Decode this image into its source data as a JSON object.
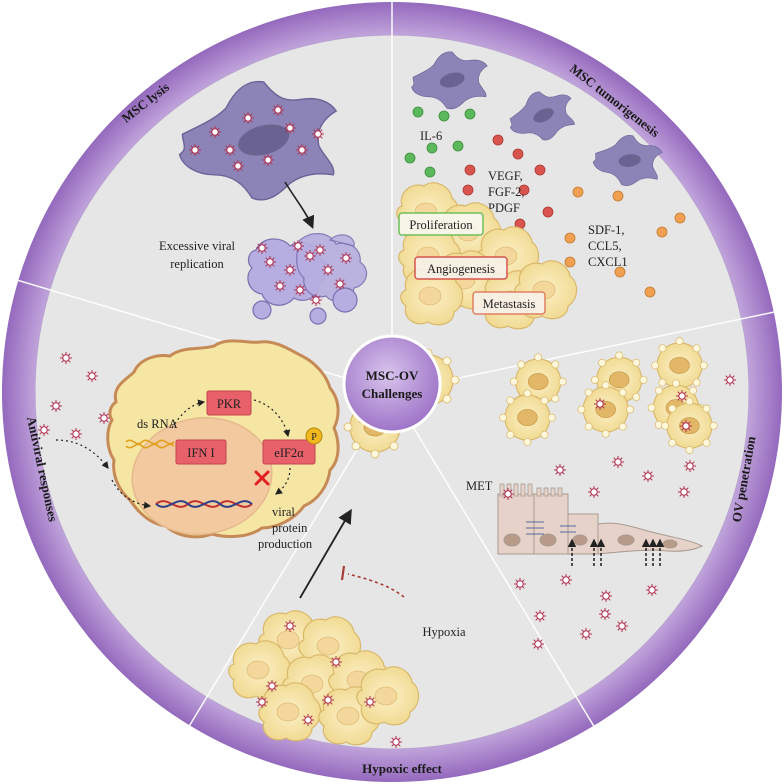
{
  "center": {
    "line1": "MSC-OV",
    "line2": "Challenges"
  },
  "sectors": {
    "lysis": "MSC lysis",
    "tumorigenesis": "MSC tumorigenesis",
    "penetration": "OV penetration",
    "hypoxic": "Hypoxic effect",
    "antiviral": "Antiviral responses"
  },
  "lysis": {
    "caption1": "Excessive viral",
    "caption2": "replication"
  },
  "tumorigenesis": {
    "il6": "IL-6",
    "vegf1": "VEGF,",
    "vegf2": "FGF-2,",
    "vegf3": "PDGF",
    "sdf1": "SDF-1,",
    "sdf2": "CCL5,",
    "sdf3": "CXCL1",
    "proliferation": "Proliferation",
    "angiogenesis": "Angiogenesis",
    "metastasis": "Metastasis"
  },
  "penetration": {
    "met": "MET"
  },
  "hypoxic": {
    "hypoxia": "Hypoxia"
  },
  "antiviral": {
    "dsrna": "ds RNA",
    "pkr": "PKR",
    "ifn": "IFN I",
    "eif": "eIF2α",
    "p": "P",
    "viral1": "viral",
    "viral2": "protein",
    "viral3": "production"
  },
  "colors": {
    "ring": "#9b74c0",
    "sector_fill": "#e6e6e6",
    "center": "#b48fd6",
    "msc_cell": "#8a82b4",
    "tumor_cell": "#f6e6a4",
    "il6_dot": "#5cb85c",
    "vegf_dot": "#d9534f",
    "sdf_dot": "#f0a050",
    "red_box": "#e8606a",
    "proliferation_border": "#6fbf5a",
    "angiogenesis_border": "#d9534f",
    "metastasis_border": "#e08060"
  }
}
